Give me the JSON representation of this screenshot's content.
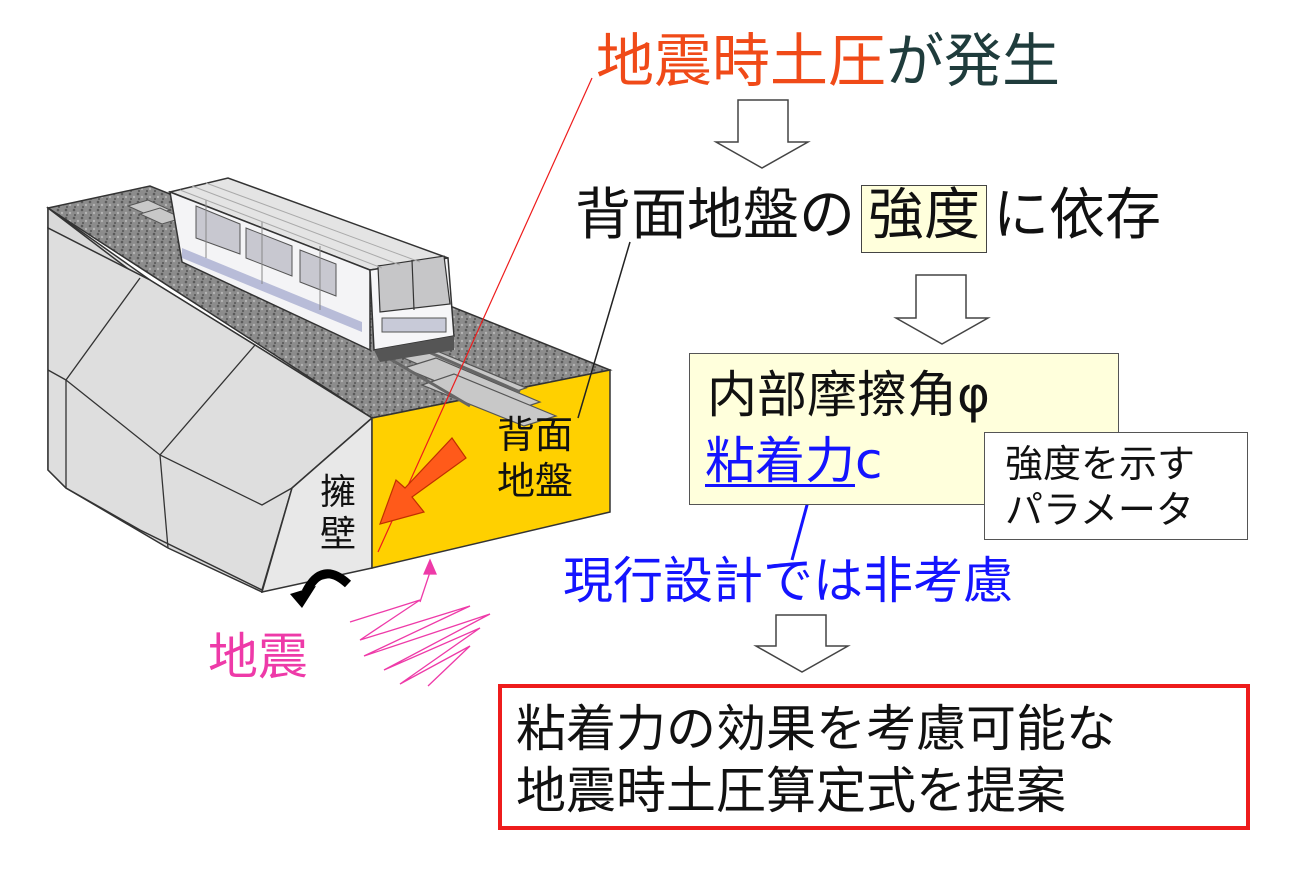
{
  "title": {
    "part1": "地震時土圧",
    "part2": "が発生"
  },
  "dependency": {
    "prefix": "背面地盤の",
    "boxed": "強度",
    "suffix": "に依存"
  },
  "parameters": {
    "friction": "内部摩擦角φ",
    "cohesion_main": "粘着力",
    "cohesion_symbol": "c"
  },
  "note": {
    "line1": "強度を示す",
    "line2": "パラメータ"
  },
  "current_design": "現行設計では非考慮",
  "result": {
    "line1": "粘着力の効果を考慮可能な",
    "line2": "地震時土圧算定式を提案"
  },
  "diagram": {
    "earthquake": "地震",
    "wall_label": "擁壁",
    "backfill_label_1": "背面",
    "backfill_label_2": "地盤"
  },
  "colors": {
    "title_highlight": "#f04a18",
    "title_rest": "#1f3c3c",
    "blue_text": "#1414ff",
    "earthquake": "#ee3aa8",
    "backfill": "#ffd000",
    "arrow": "#ff5a1a",
    "result_border": "#ee1c1c",
    "highlight_fill": "#ffffdc"
  }
}
